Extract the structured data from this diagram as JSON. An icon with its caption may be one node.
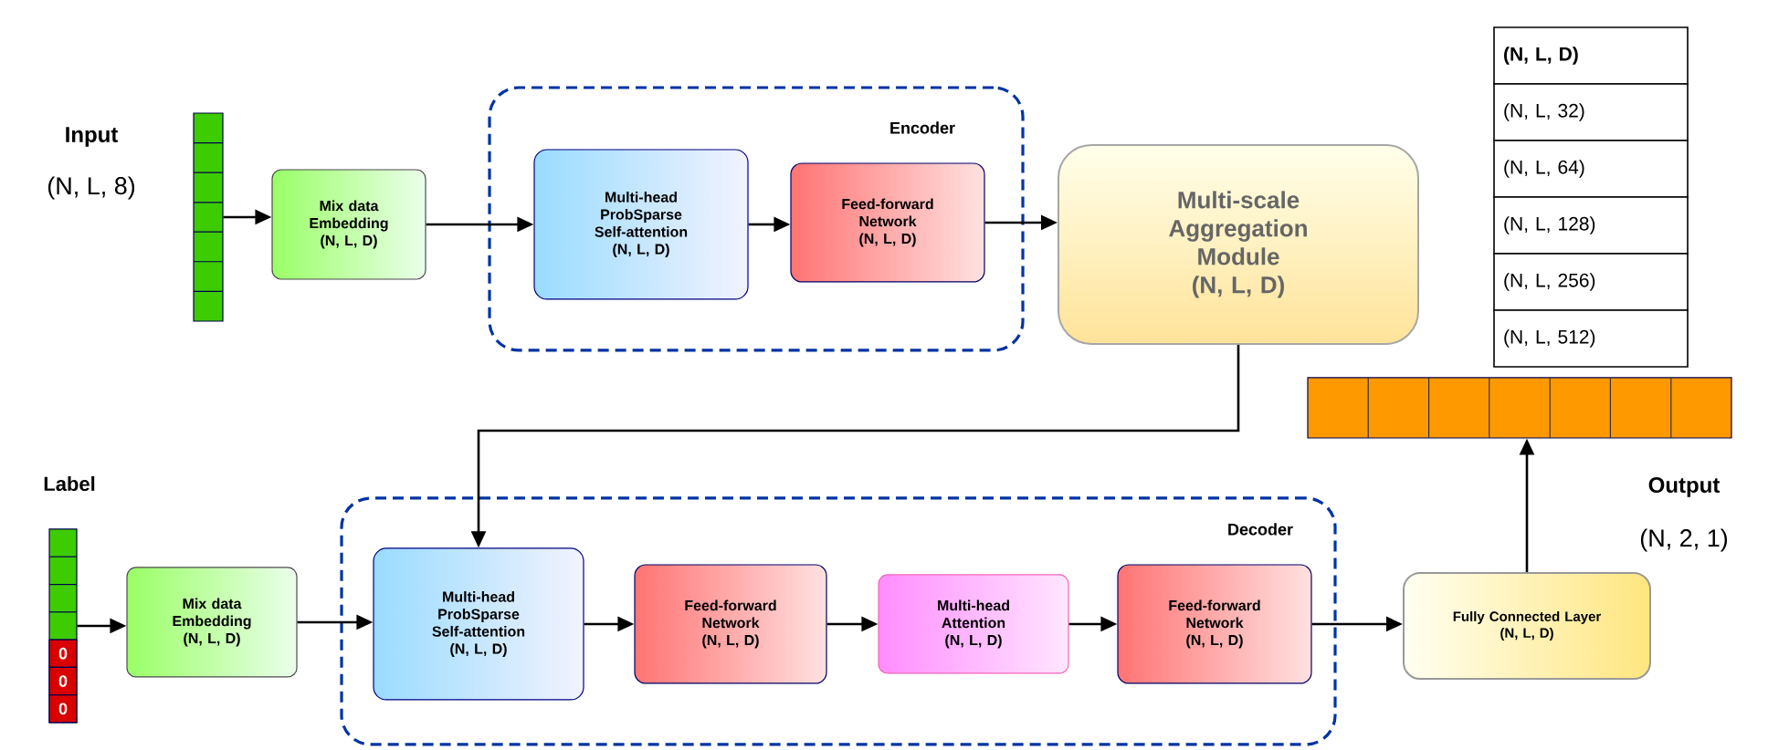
{
  "diagram": {
    "nodes": [
      {
        "text": [
          "Input",
          "(N, L, 8)"
        ]
      },
      {
        "text": [
          "Mix data Embedding",
          "(N, L, D)"
        ]
      },
      {
        "text": [
          "Encoder"
        ]
      },
      {
        "text": [
          "Multi-head ProbSparse Self-attention",
          "(N, L, D)"
        ],
        "in": 2
      },
      {
        "text": [
          "Feed-forward Network",
          "(N, L, D)"
        ],
        "in": 2
      },
      {
        "text": [
          "Multi-scale Aggregation Module",
          "(N, L, D)"
        ]
      },
      {
        "text": [
          "Output",
          "(N, 2, 1)"
        ]
      },
      {
        "text": [
          "Label"
        ]
      },
      {
        "text": [
          "Mix data Embedding",
          "(N, L, D)"
        ]
      },
      {
        "text": [
          "Decoder"
        ]
      },
      {
        "text": [
          "Multi-head ProbSparse Self-attention",
          "(N, L, D)"
        ],
        "in": 9
      },
      {
        "text": [
          "Feed-forward Network",
          "(N, L, D)"
        ],
        "in": 9
      },
      {
        "text": [
          "Multi-head Attention",
          "(N, L, D)"
        ],
        "in": 9
      },
      {
        "text": [
          "Feed-forward Network",
          "(N, L, D)"
        ],
        "in": 9
      },
      {
        "text": [
          "Fully Connected Layer",
          "(N, L, D)"
        ]
      }
    ],
    "edges": [
      {
        "from": 0,
        "to": 1,
        "arrow": "to"
      },
      {
        "from": 1,
        "to": 3,
        "arrow": "to"
      },
      {
        "from": 3,
        "to": 4,
        "arrow": "to"
      },
      {
        "from": 4,
        "to": 5,
        "arrow": "to"
      },
      {
        "from": 5,
        "to": 10,
        "arrow": "to"
      },
      {
        "from": 7,
        "to": 8,
        "arrow": "to"
      },
      {
        "from": 8,
        "to": 10,
        "arrow": "to"
      },
      {
        "from": 10,
        "to": 11,
        "arrow": "to"
      },
      {
        "from": 11,
        "to": 12,
        "arrow": "to"
      },
      {
        "from": 12,
        "to": 13,
        "arrow": "to"
      },
      {
        "from": 13,
        "to": 14,
        "arrow": "to"
      },
      {
        "from": 14,
        "to": 6,
        "arrow": "to"
      }
    ],
    "labels": [
      "(N, L, D)",
      "(N, L, 32)",
      "(N, L, 64)",
      "(N, L, 128)",
      "(N, L, 256)",
      "(N, L, 512)",
      "0",
      "0",
      "0"
    ]
  }
}
